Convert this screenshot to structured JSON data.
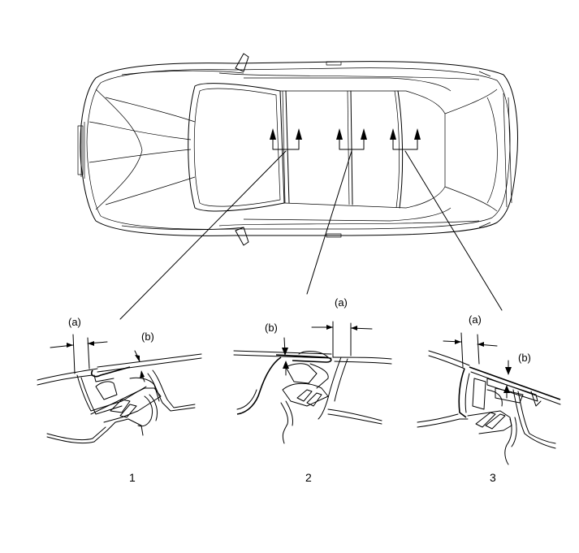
{
  "labels": {
    "a": "(a)",
    "b": "(b)"
  },
  "sections": [
    {
      "number": "1"
    },
    {
      "number": "2"
    },
    {
      "number": "3"
    }
  ],
  "colors": {
    "line": "#000000",
    "background": "#ffffff"
  }
}
